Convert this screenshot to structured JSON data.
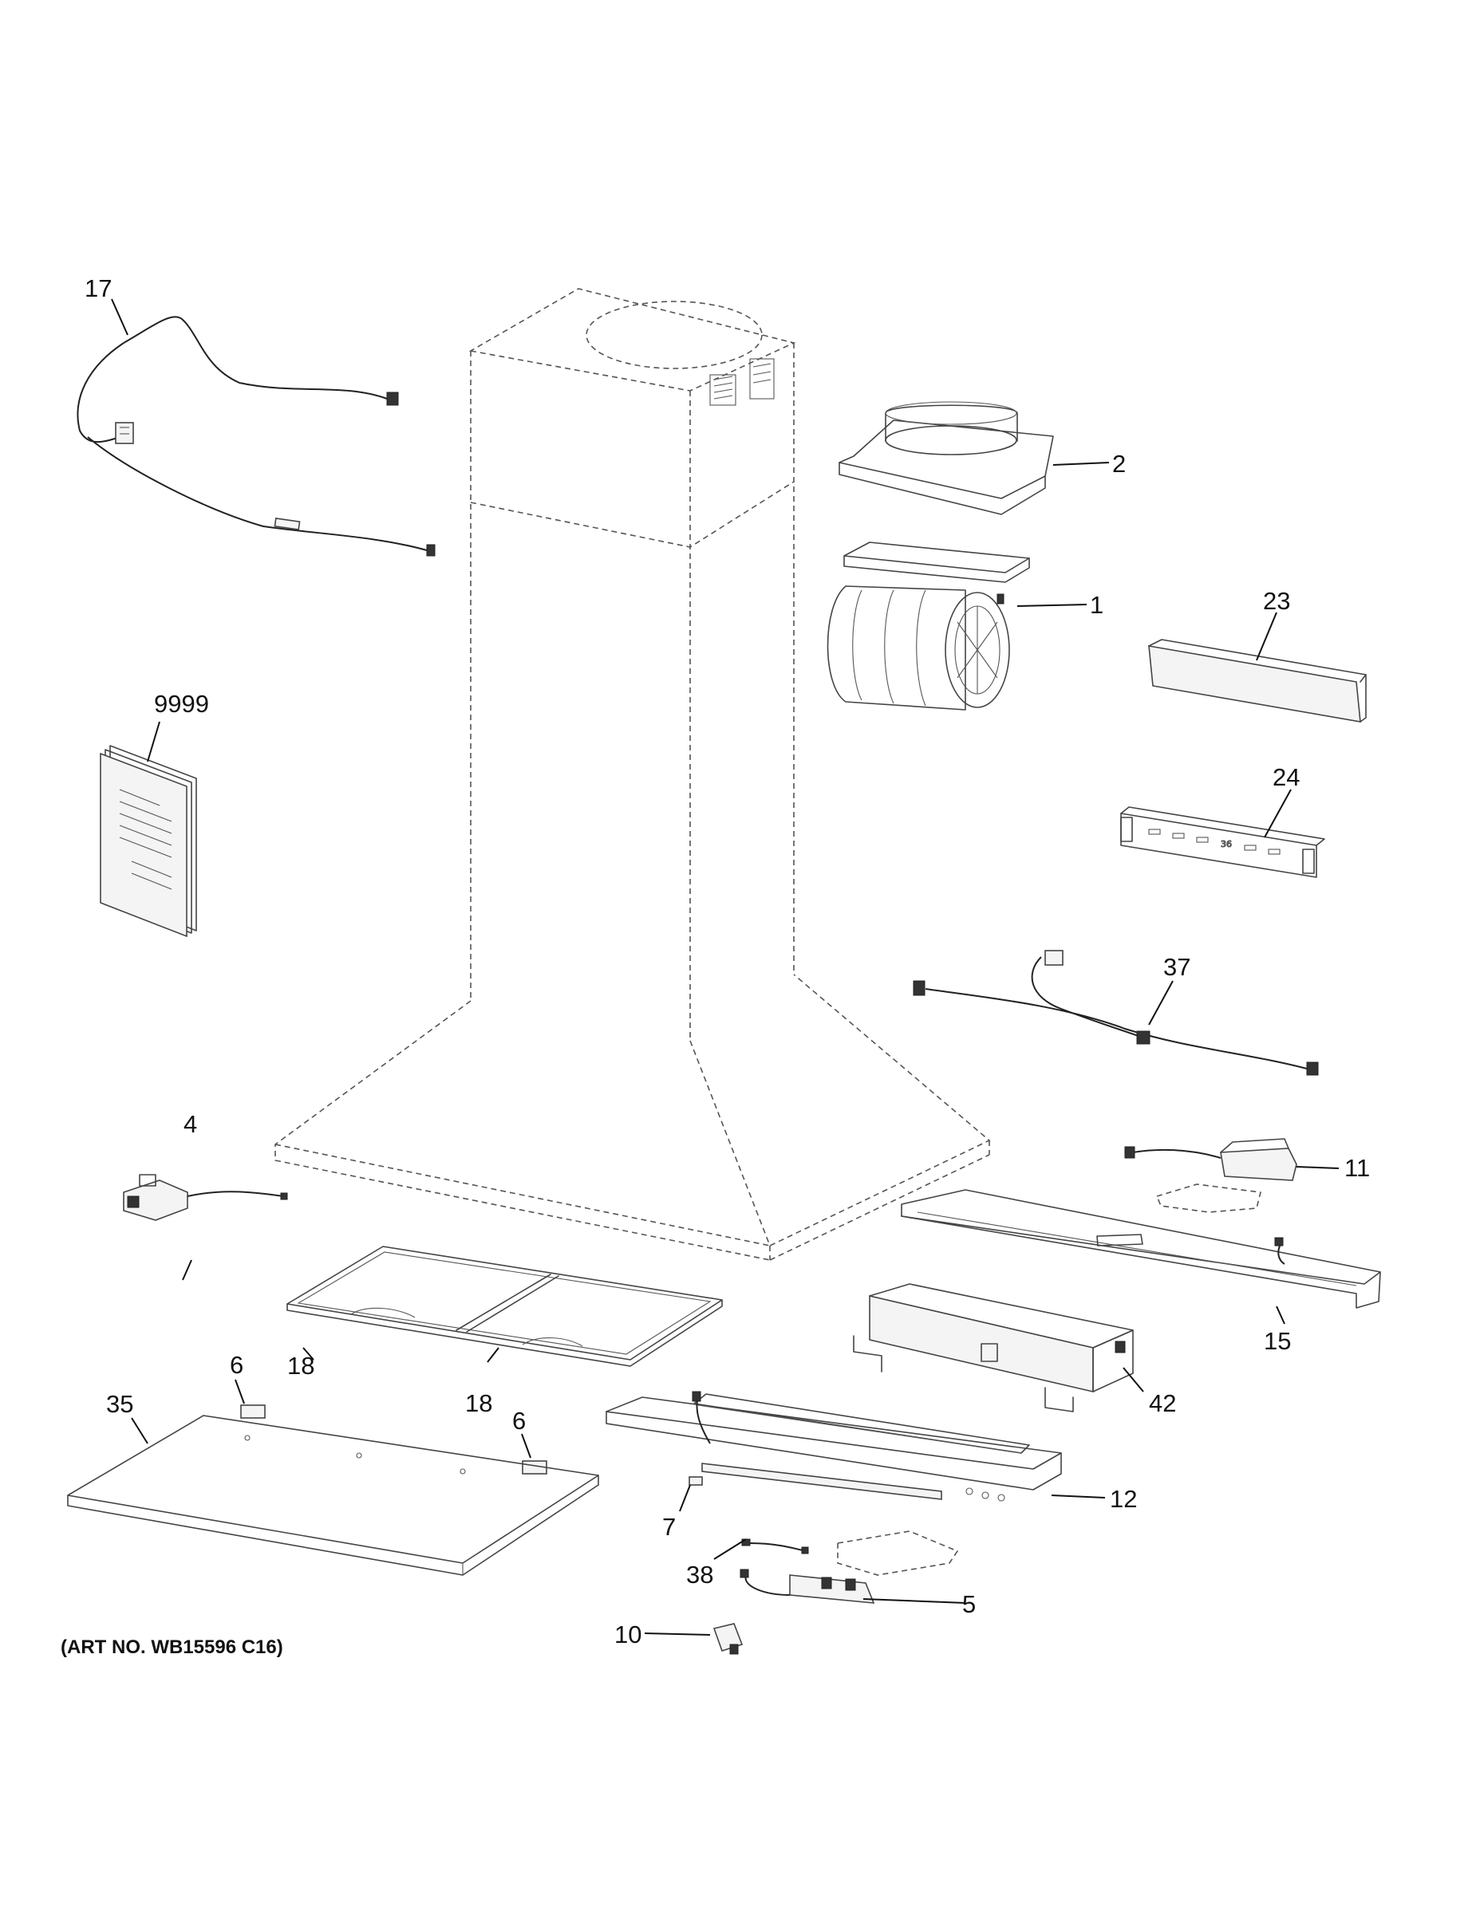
{
  "art_number": "(ART NO. WB15596 C16)",
  "callouts": {
    "c1": "1",
    "c2": "2",
    "c4": "4",
    "c5": "5",
    "c6a": "6",
    "c6b": "6",
    "c7": "7",
    "c10": "10",
    "c11": "11",
    "c12": "12",
    "c15": "15",
    "c17": "17",
    "c18a": "18",
    "c18b": "18",
    "c23": "23",
    "c24": "24",
    "c35": "35",
    "c37": "37",
    "c38": "38",
    "c42": "42",
    "c9999": "9999"
  },
  "bracket_marking": "36"
}
